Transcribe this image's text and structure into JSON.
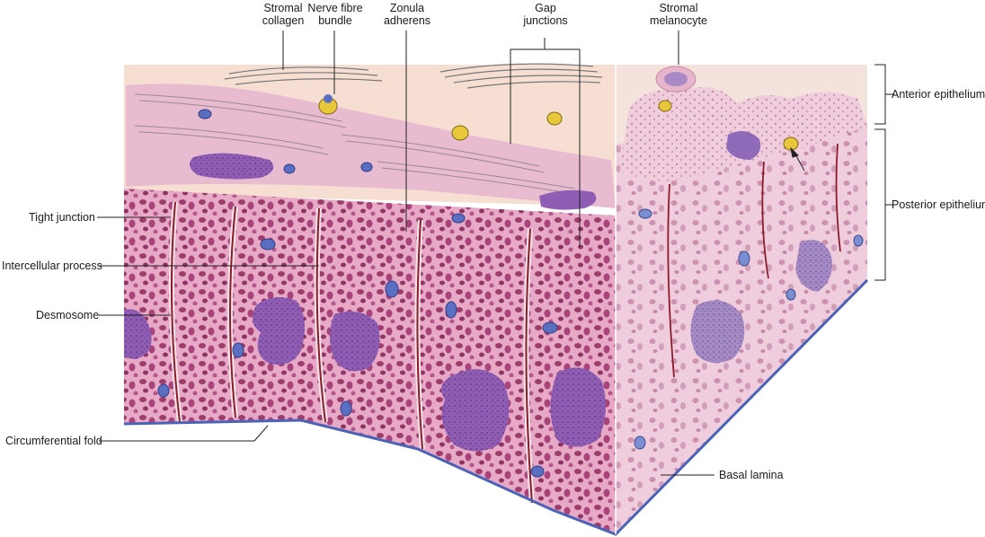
{
  "labels": {
    "stromal_collagen": [
      "Stromal",
      "collagen"
    ],
    "nerve_fibre_bundle": [
      "Nerve fibre",
      "bundle"
    ],
    "zonula_adherens": [
      "Zonula",
      "adherens"
    ],
    "gap_junctions": [
      "Gap",
      "junctions"
    ],
    "stromal_melanocyte": [
      "Stromal",
      "melanocyte"
    ],
    "anterior_epithelium": "Anterior epithelium",
    "posterior_epithelium": "Posterior epithelium",
    "tight_junction": "Tight junction",
    "intercellular_process": "Intercellular process",
    "desmosome": "Desmosome",
    "circumferential_fold": "Circumferential fold",
    "basal_lamina": "Basal lamina"
  },
  "colors": {
    "stroma": "#f6dfd2",
    "cell_cytoplasm": "#e7a9c6",
    "cell_dark": "#c97aa8",
    "granule": "#9c3d6c",
    "nucleus": "#8f5eb4",
    "mitochondria": "#5b6fc2",
    "junction": "#8a1c2c",
    "basal_lamina": "#4a63b8",
    "melanin": "#e8c83a"
  }
}
